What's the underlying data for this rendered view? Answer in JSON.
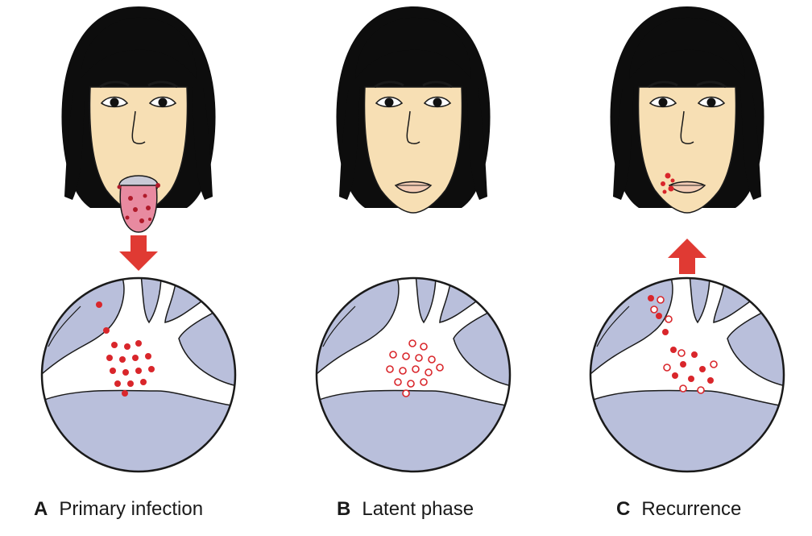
{
  "panels": [
    {
      "letter": "A",
      "label": "Primary infection"
    },
    {
      "letter": "B",
      "label": "Latent phase"
    },
    {
      "letter": "C",
      "label": "Recurrence"
    }
  ],
  "colors": {
    "hair": "#0d0d0d",
    "skin": "#f7dfb4",
    "virus_red": "#d9262b",
    "arrow_red": "#e03a33",
    "tissue_blue": "#b9bfdb",
    "lesion_pink": "#e88aa0"
  }
}
